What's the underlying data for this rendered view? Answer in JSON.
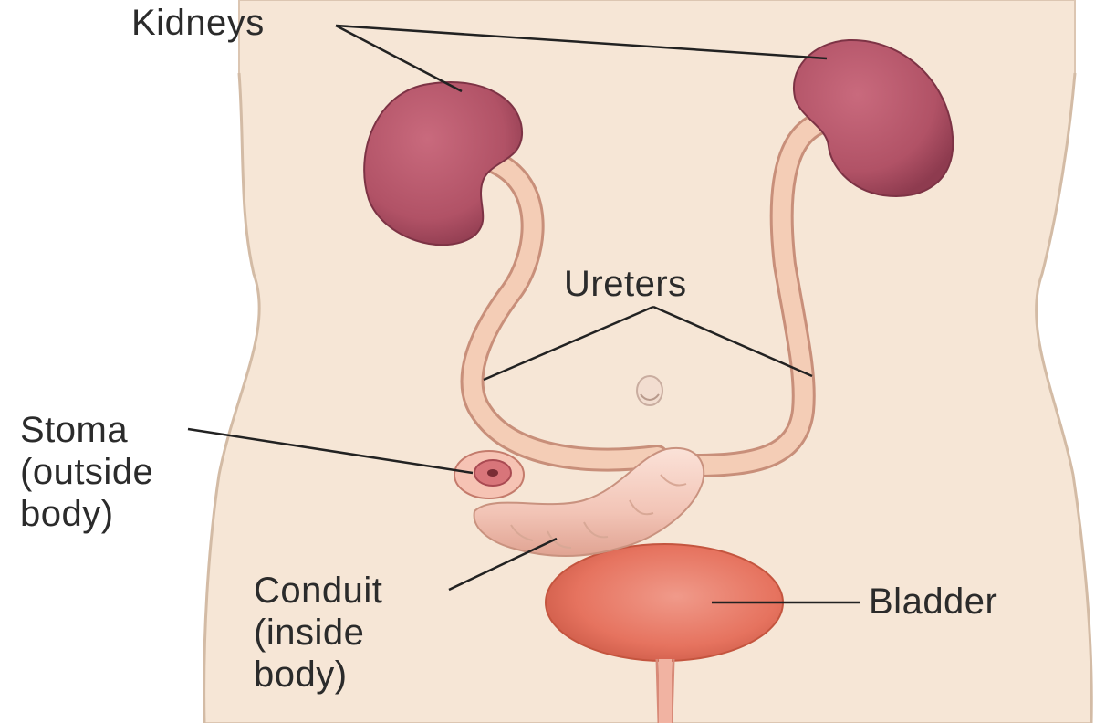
{
  "labels": {
    "kidneys": "Kidneys",
    "ureters": "Ureters",
    "stoma": [
      "Stoma",
      "(outside",
      "body)"
    ],
    "conduit": [
      "Conduit",
      "(inside",
      "body)"
    ],
    "bladder": "Bladder"
  },
  "colors": {
    "skin": "#f6e6d6",
    "skin_outline": "#d9c2ad",
    "kidney": "#b8566a",
    "kidney_dark": "#8e3b4f",
    "ureter": "#f2c5ad",
    "ureter_outline": "#c88f7a",
    "bladder": "#e6735f",
    "bladder_light": "#f0968a",
    "conduit": "#f4c9bd",
    "stoma": "#d8757a",
    "leader_line": "#222222",
    "text": "#2b2b2b"
  }
}
